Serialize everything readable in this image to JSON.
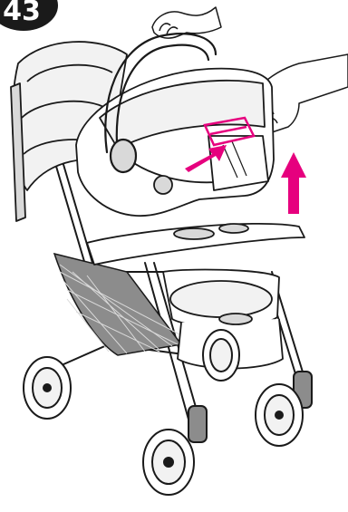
{
  "step": {
    "number": "43"
  },
  "colors": {
    "accent": "#e6007e",
    "line": "#1a1a1a",
    "fill_light": "#f2f2f2",
    "fill_mid": "#d9d9d9",
    "fill_dark": "#8c8c8c"
  },
  "icons": {
    "badge": "step-number-badge",
    "lift_arrow": "up-arrow",
    "press_arrow": "diagonal-arrow"
  }
}
